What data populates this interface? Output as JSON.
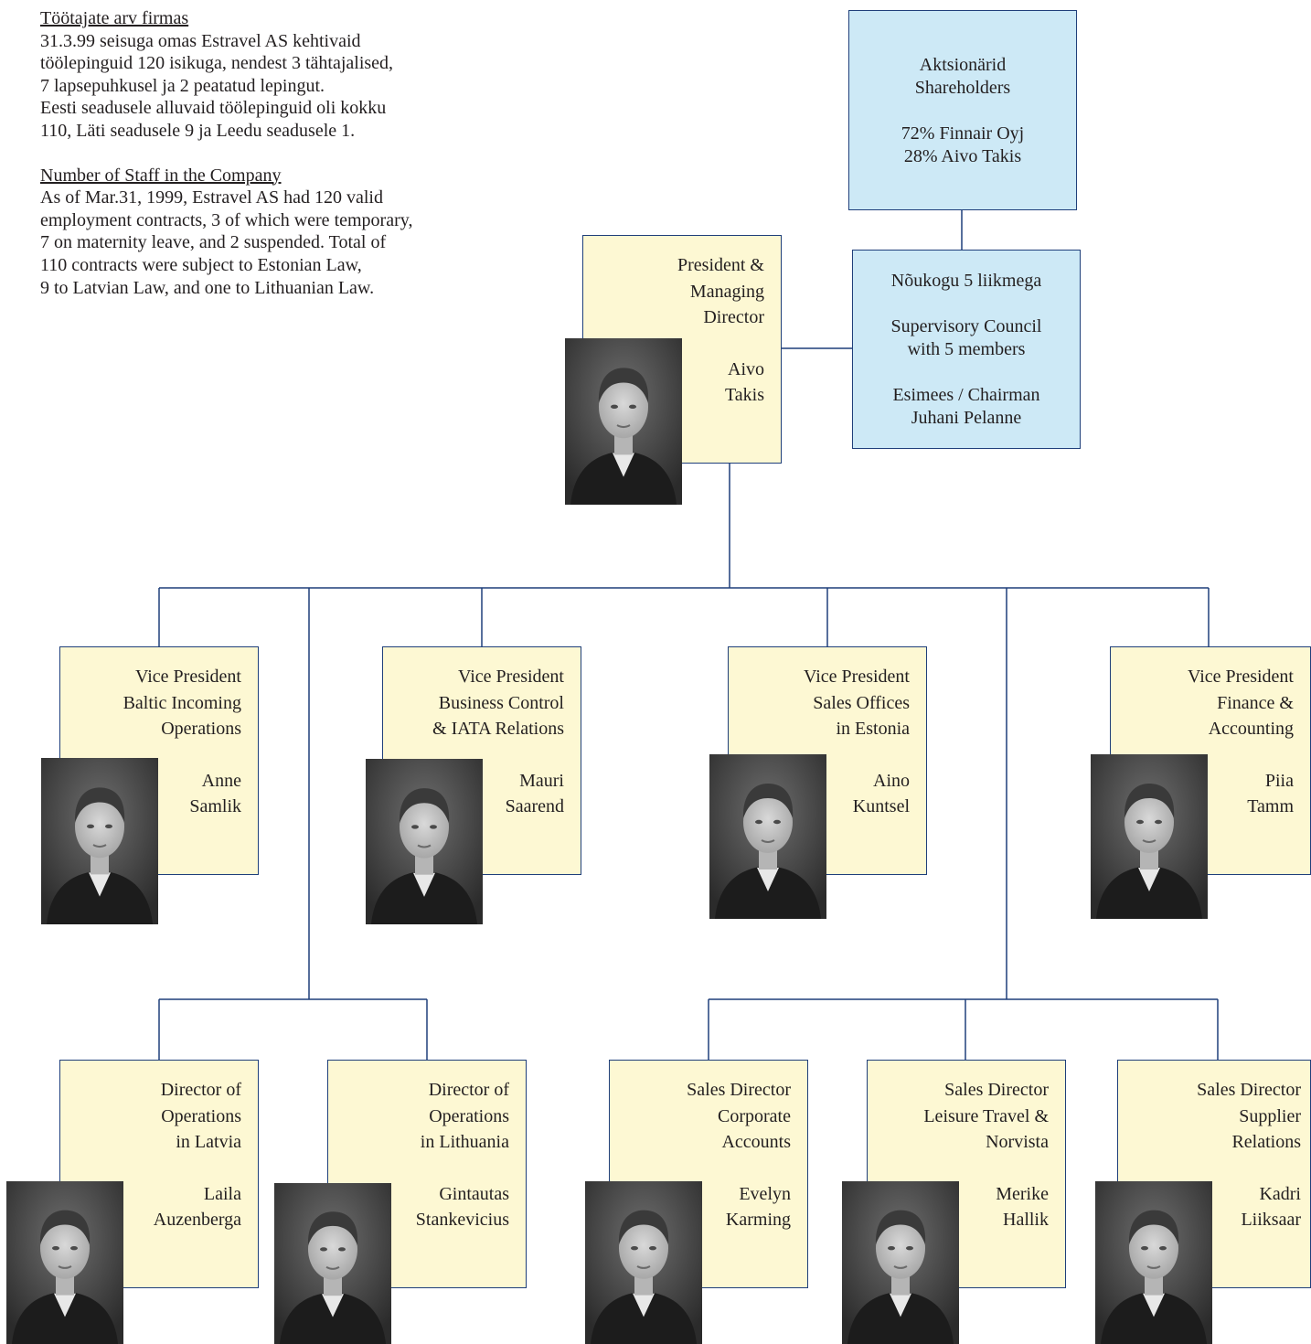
{
  "intro": {
    "estonian_heading": "Töötajate arv firmas",
    "estonian_lines": [
      "31.3.99 seisuga omas Estravel AS kehtivaid",
      "töölepinguid 120 isikuga, nendest 3 tähtajalised,",
      "7 lapsepuhkusel ja 2 peatatud lepingut.",
      "Eesti seadusele alluvaid töölepinguid oli kokku",
      "110, Läti seadusele 9 ja Leedu seadusele 1."
    ],
    "english_heading": "Number of Staff in the Company",
    "english_lines": [
      "As of Mar.31, 1999, Estravel AS had 120 valid",
      "employment contracts, 3 of which were temporary,",
      "7 on maternity leave, and 2 suspended. Total of",
      "110 contracts were subject to Estonian Law,",
      "9 to Latvian Law, and one to Lithuanian Law."
    ]
  },
  "shareholders": {
    "title_et": "Aktsionärid",
    "title_en": "Shareholders",
    "holders": [
      "72% Finnair Oyj",
      "28% Aivo Takis"
    ]
  },
  "council": {
    "title_et": "Nõukogu 5 liikmega",
    "title_en": [
      "Supervisory Council",
      "with 5 members"
    ],
    "chair_label": "Esimees / Chairman",
    "chair_name": "Juhani Pelanne"
  },
  "president": {
    "title": [
      "President &",
      "Managing",
      "Director"
    ],
    "name": [
      "Aivo",
      "Takis"
    ]
  },
  "vice_presidents": [
    {
      "title": [
        "Vice President",
        "Baltic Incoming",
        "Operations"
      ],
      "name": [
        "Anne",
        "Samlik"
      ]
    },
    {
      "title": [
        "Vice President",
        "Business Control",
        "& IATA Relations"
      ],
      "name": [
        "Mauri",
        "Saarend"
      ]
    },
    {
      "title": [
        "Vice President",
        "Sales Offices",
        "in Estonia"
      ],
      "name": [
        "Aino",
        "Kuntsel"
      ]
    },
    {
      "title": [
        "Vice President",
        "Finance &",
        "Accounting"
      ],
      "name": [
        "Piia",
        "Tamm"
      ]
    }
  ],
  "directors": [
    {
      "title": [
        "Director of",
        "Operations",
        "in Latvia"
      ],
      "name": [
        "Laila",
        "Auzenberga"
      ]
    },
    {
      "title": [
        "Director of",
        "Operations",
        "in Lithuania"
      ],
      "name": [
        "Gintautas",
        "Stankevicius"
      ]
    },
    {
      "title": [
        "Sales Director",
        "Corporate",
        "Accounts"
      ],
      "name": [
        "Evelyn",
        "Karming"
      ]
    },
    {
      "title": [
        "Sales Director",
        "Leisure Travel &",
        "Norvista"
      ],
      "name": [
        "Merike",
        "Hallik"
      ]
    },
    {
      "title": [
        "Sales Director",
        "Supplier",
        "Relations"
      ],
      "name": [
        "Kadri",
        "Liiksaar"
      ]
    }
  ],
  "colors": {
    "line": "#1f3f7a",
    "blue_box": "#cde9f6",
    "yellow_box": "#fdf8d3"
  }
}
